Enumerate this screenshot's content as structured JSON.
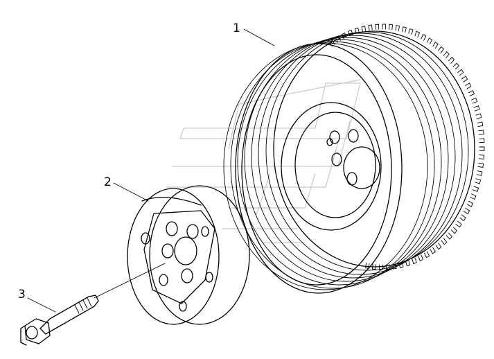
{
  "diagram": {
    "callouts": [
      {
        "id": "1",
        "label": "1",
        "part": "crankshaft-pulley"
      },
      {
        "id": "2",
        "label": "2",
        "part": "vibration-damper"
      },
      {
        "id": "3",
        "label": "3",
        "part": "bolt"
      }
    ],
    "watermark": "logo-watermark",
    "colors": {
      "line": "#000000",
      "watermark": "#c8c8c8",
      "background": "#ffffff"
    }
  }
}
